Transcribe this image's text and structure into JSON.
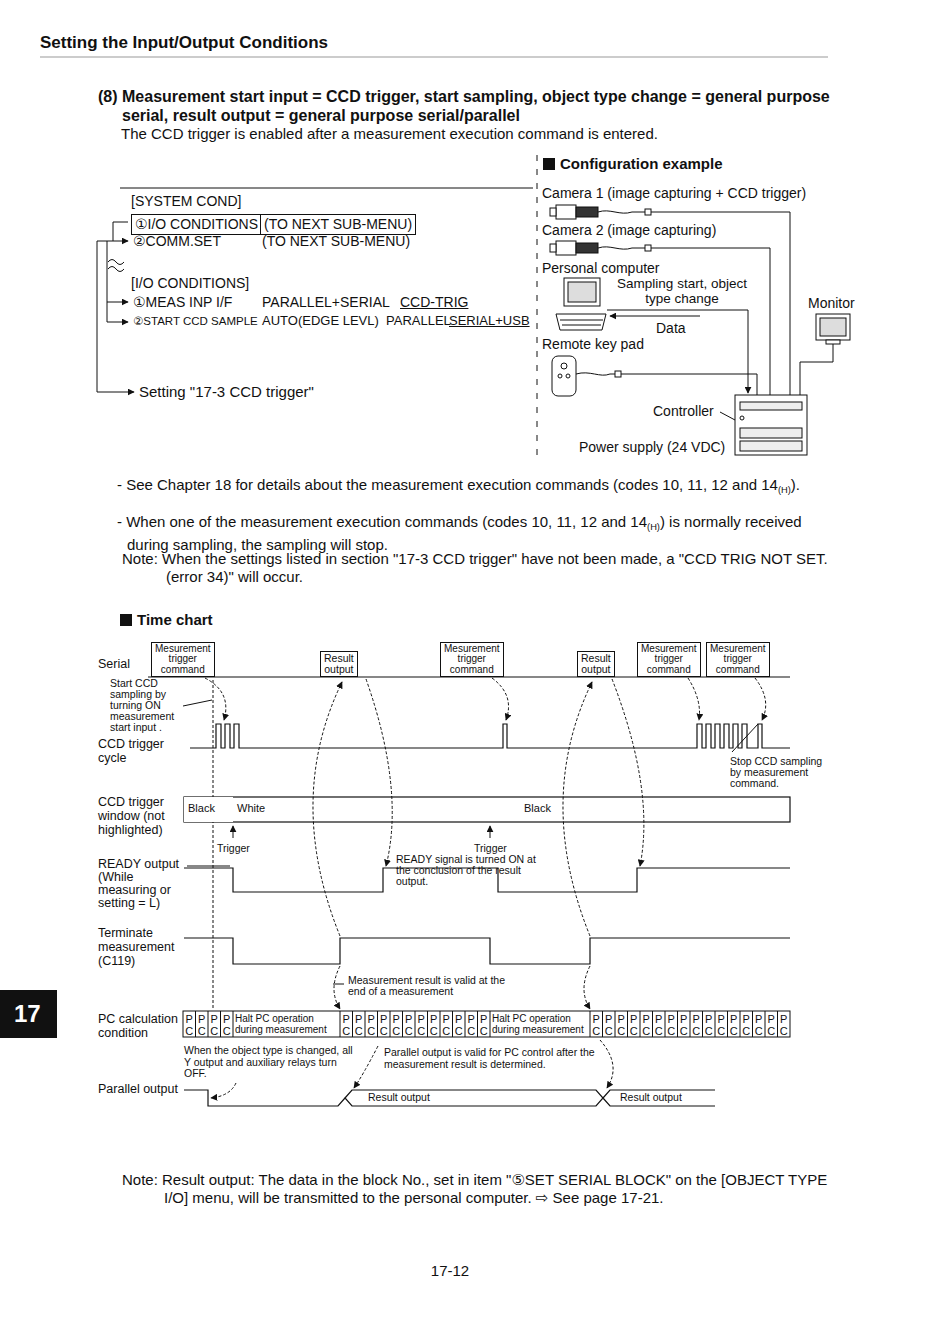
{
  "diagram": {
    "title": "(8) Measurement start input = CCD trigger, start sampling, object type change = general purpose serial, result output = general purpose serial/parallel",
    "nodes": [
      {
        "text": [
          "①I/O CONDITIONS"
        ]
      },
      {
        "text": [
          "(TO NEXT SUB-MENU)"
        ]
      },
      {
        "text": [
          "Mesurement trigger command"
        ]
      },
      {
        "text": [
          "Result output"
        ]
      },
      {
        "text": [
          "Mesurement trigger command"
        ]
      },
      {
        "text": [
          "Result output"
        ]
      },
      {
        "text": [
          "Mesurement trigger command"
        ]
      },
      {
        "text": [
          "Mesurement trigger command"
        ]
      },
      {
        "text": [
          "Black"
        ]
      },
      {
        "text": [
          "White"
        ]
      },
      {
        "text": [
          "Black"
        ]
      }
    ],
    "labels": [
      "Setting the Input/Output Conditions",
      "The CCD trigger is enabled after a measurement execution command is entered.",
      "Configuration example",
      "[SYSTEM COND]",
      "②COMM.SET",
      "(TO NEXT SUB-MENU)",
      "[I/O CONDITIONS]",
      "①MEAS INP I/F",
      "PARALLEL+SERIAL",
      "CCD-TRIG",
      "②START CCD SAMPLE",
      "AUTO(EDGE LEVL)",
      "PARALLEL",
      "SERIAL+USB",
      "Setting \"17-3 CCD trigger\"",
      "Camera 1 (image capturing + CCD trigger)",
      "Camera 2 (image capturing)",
      "Personal computer",
      "Sampling start, object type change",
      "Data",
      "Monitor",
      "Remote key pad",
      "Controller",
      "Power supply (24 VDC)",
      "- See Chapter 18 for details about the measurement execution commands (codes 10, 11, 12 and 14",
      "(H)",
      ").",
      "- When one of the measurement execution commands (codes 10, 11, 12 and 14",
      "(H)",
      ") is normally received during sampling, the sampling will stop.",
      "Note: When the settings listed in section \"17-3 CCD trigger\" have not been made, a \"CCD TRIG NOT SET. (error 34)\" will occur.",
      "Time chart",
      "Serial",
      "Start CCD sampling by turning ON measurement start input .",
      "CCD trigger cycle",
      "Stop CCD sampling by measurement command.",
      "CCD trigger window (not highlighted)",
      "Trigger",
      "Trigger",
      "READY signal is turned ON at the conclusion of the result output.",
      "READY output (While measuring or setting = L)",
      "Terminate measurement (C119)",
      "Measurement result is valid at the end of a measurement",
      "PC calculation condition",
      "P C",
      "P C",
      "P C",
      "P C",
      "Halt PC operation during measurement",
      "P C",
      "P C",
      "P C",
      "P C",
      "P C",
      "P C",
      "P C",
      "P C",
      "P C",
      "P C",
      "P C",
      "P C",
      "Halt PC operation during measurement",
      "P C",
      "P C",
      "P C",
      "P C",
      "P C",
      "P C",
      "P C",
      "P C",
      "P C",
      "P C",
      "P C",
      "P C",
      "P C",
      "P C",
      "P C",
      "P C",
      "When the object type is changed, all Y output and auxiliary relays turn OFF.",
      "Parallel output is valid for PC control after the measurement result is determined.",
      "Parallel output",
      "Result output",
      "Result output",
      "Note: Result output: The data in the block No., set in item \"⑤SET SERIAL BLOCK\" on the [OBJECT TYPE I/O] menu, will be transmitted to the personal computer. ⇨ See page 17-21.",
      "17-12",
      "17"
    ]
  }
}
